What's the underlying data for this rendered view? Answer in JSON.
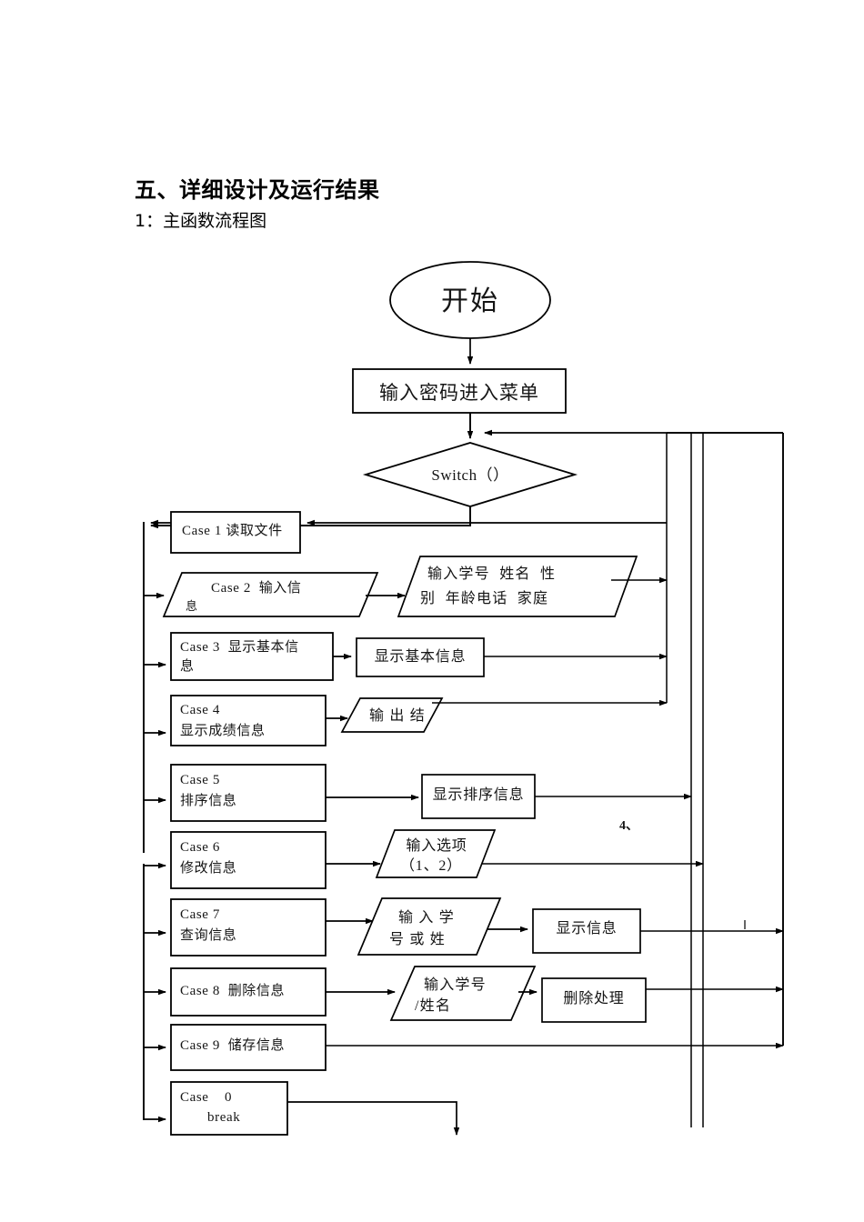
{
  "document": {
    "heading": "五、详细设计及运行结果",
    "subheading": "1：主函数流程图"
  },
  "flowchart": {
    "title": "主函数流程图",
    "nodes": {
      "start": {
        "label": "开始",
        "shape": "ellipse"
      },
      "password": {
        "label": "输入密码进入菜单",
        "shape": "rectangle"
      },
      "switch": {
        "label": "Switch（）",
        "shape": "diamond"
      },
      "case1": {
        "label": "Case 1 读取文件",
        "shape": "rectangle"
      },
      "case2": {
        "label": "Case 2  输入信",
        "label2": "息",
        "shape": "parallelogram"
      },
      "case2_io": {
        "line1": "输入学号  姓名  性",
        "line2": "别  年龄电话  家庭",
        "shape": "parallelogram"
      },
      "case3": {
        "label": "Case 3  显示基本信",
        "label2": "息",
        "shape": "rectangle"
      },
      "case3_out": {
        "label": "显示基本信息",
        "shape": "rectangle"
      },
      "case4": {
        "label": "Case 4",
        "label2": "显示成绩信息",
        "shape": "rectangle"
      },
      "case4_io": {
        "label": "输 出 结",
        "shape": "parallelogram"
      },
      "case5": {
        "label": "Case 5",
        "label2": "排序信息",
        "shape": "rectangle"
      },
      "case5_out": {
        "label": "显示排序信息",
        "shape": "rectangle"
      },
      "case6": {
        "label": "Case 6",
        "label2": "修改信息",
        "shape": "rectangle"
      },
      "case6_io": {
        "line1": "输入选项",
        "line2": "（1、2）",
        "shape": "parallelogram"
      },
      "case7": {
        "label": "Case 7",
        "label2": "查询信息",
        "shape": "rectangle"
      },
      "case7_io": {
        "line1": "输 入 学",
        "line2": "号 或 姓",
        "shape": "parallelogram"
      },
      "case7_out": {
        "label": "显示信息",
        "shape": "rectangle"
      },
      "case8": {
        "label": "Case 8  删除信息",
        "shape": "rectangle"
      },
      "case8_io": {
        "line1": "输入学号",
        "line2": "/姓名",
        "shape": "parallelogram"
      },
      "case8_out": {
        "label": "删除处理",
        "shape": "rectangle"
      },
      "case9": {
        "label": "Case 9  储存信息",
        "shape": "rectangle"
      },
      "case0": {
        "label": "Case    0",
        "label2": "break",
        "shape": "rectangle"
      }
    },
    "annotations": {
      "stray_note": "4、"
    },
    "colors": {
      "stroke": "#000000",
      "text": "#151515",
      "background": "#ffffff"
    }
  }
}
